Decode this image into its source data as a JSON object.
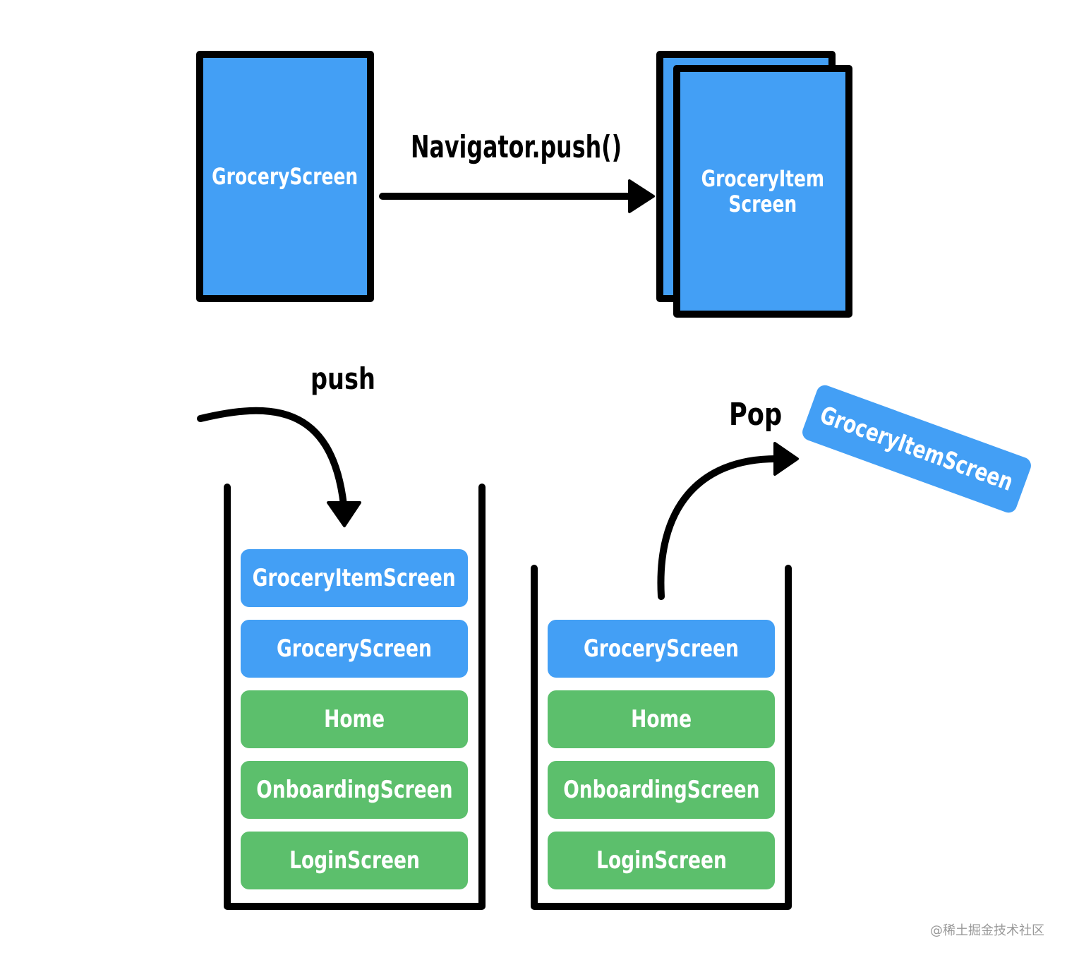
{
  "top": {
    "left_screen": "GroceryScreen",
    "right_screen": "GroceryItem\nScreen",
    "arrow_label": "Navigator.push()"
  },
  "push_label": "push",
  "pop_label": "Pop",
  "left_stack": [
    {
      "label": "GroceryItemScreen",
      "color": "blue"
    },
    {
      "label": "GroceryScreen",
      "color": "blue"
    },
    {
      "label": "Home",
      "color": "green"
    },
    {
      "label": "OnboardingScreen",
      "color": "green"
    },
    {
      "label": "LoginScreen",
      "color": "green"
    }
  ],
  "right_stack": [
    {
      "label": "GroceryScreen",
      "color": "blue"
    },
    {
      "label": "Home",
      "color": "green"
    },
    {
      "label": "OnboardingScreen",
      "color": "green"
    },
    {
      "label": "LoginScreen",
      "color": "green"
    }
  ],
  "popped_screen": "GroceryItemScreen",
  "watermark": "@稀土掘金技术社区",
  "colors": {
    "blue": "#439ff5",
    "green": "#5cbf6c",
    "stroke": "#000000"
  }
}
